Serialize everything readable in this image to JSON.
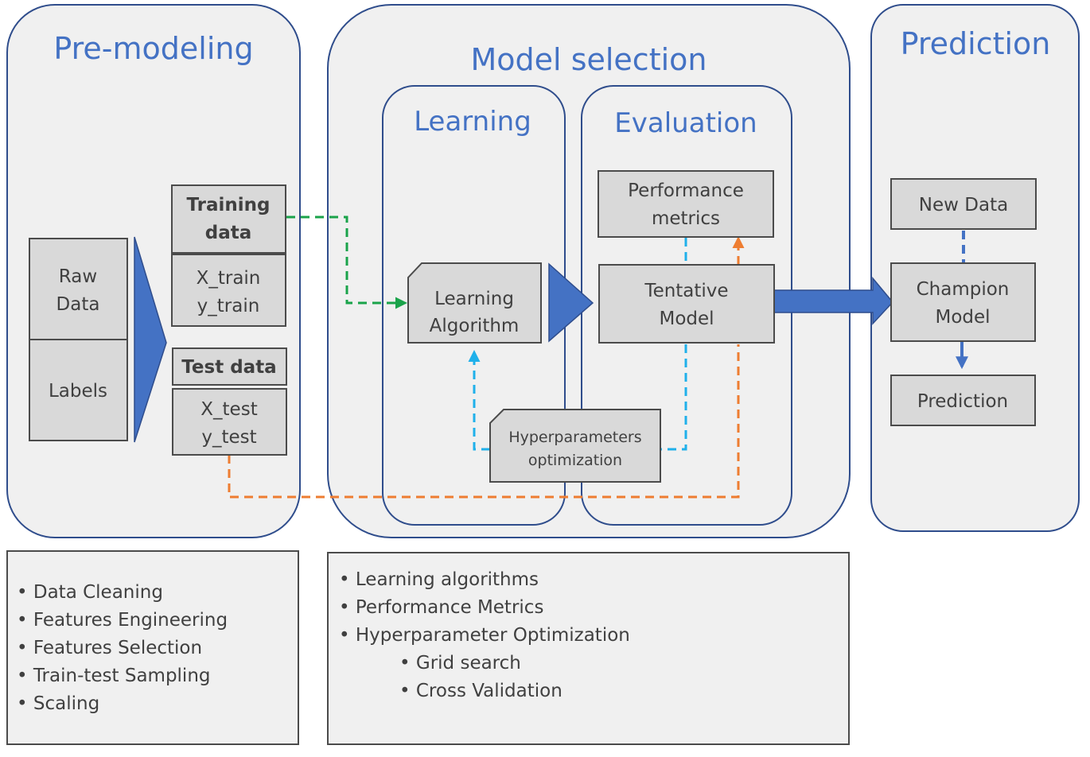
{
  "panels": {
    "premodeling": {
      "title": "Pre-modeling"
    },
    "model_selection": {
      "title": "Model selection"
    },
    "learning": {
      "title": "Learning"
    },
    "evaluation": {
      "title": "Evaluation"
    },
    "prediction": {
      "title": "Prediction"
    }
  },
  "premodeling": {
    "raw_data": [
      "Raw",
      "Data"
    ],
    "labels": "Labels",
    "training_data": [
      "Training",
      "data"
    ],
    "train_vars": [
      "X_train",
      "y_train"
    ],
    "test_data": "Test data",
    "test_vars": [
      "X_test",
      "y_test"
    ]
  },
  "model_selection": {
    "learning_algorithm": [
      "Learning",
      "Algorithm"
    ],
    "performance_metrics": [
      "Performance",
      "metrics"
    ],
    "tentative_model": [
      "Tentative",
      "Model"
    ],
    "hyperparameters": [
      "Hyperparameters",
      "optimization"
    ]
  },
  "prediction": {
    "new_data": "New Data",
    "champion_model": [
      "Champion",
      "Model"
    ],
    "prediction_box": "Prediction"
  },
  "lists": {
    "premodeling": [
      "• Data Cleaning",
      "• Features  Engineering",
      "• Features  Selection",
      "• Train-test  Sampling",
      "• Scaling"
    ],
    "model_selection": [
      "• Learning algorithms",
      "• Performance  Metrics",
      "• Hyperparameter  Optimization"
    ],
    "model_selection_sub": [
      "• Grid search",
      "• Cross Validation"
    ]
  },
  "colors": {
    "panel_border": "#2f4d8c",
    "title": "#4472c4",
    "box_fill": "#d9d9d9",
    "green_dash": "#1aa34a",
    "cyan_dash": "#1fb0ea",
    "orange_dash": "#ee7d31"
  }
}
